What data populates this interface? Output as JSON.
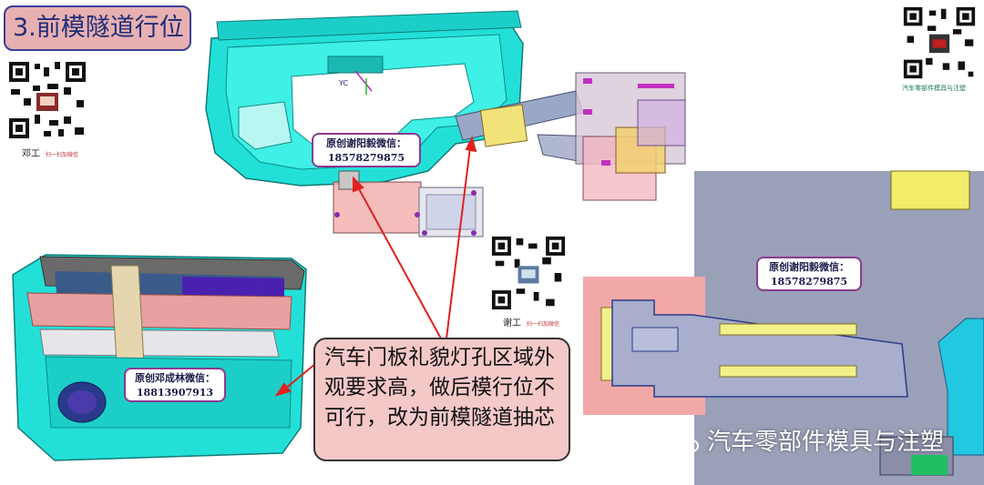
{
  "title": "3.前模隧道行位",
  "qr_top_left": {
    "caption": "邓工",
    "subcaption": "扫一扫加微信"
  },
  "qr_middle": {
    "caption": "谢工",
    "subcaption": "扫一扫加微信"
  },
  "qr_top_right": {
    "caption": "汽车零部件模具与注塑"
  },
  "wechat_labels": [
    {
      "line1": "原创谢阳毅微信：",
      "line2": "18578279875"
    },
    {
      "line1": "原创邓成林微信：",
      "line2": "18813907913"
    },
    {
      "line1": "原创谢阳毅微信：",
      "line2": "18578279875"
    }
  ],
  "axis_label": "YC",
  "callout_text": "汽车门板礼貌灯孔区域外观要求高，做后模行位不可行，改为前模隧道抽芯",
  "watermark": "汽车零部件模具与注塑",
  "colors": {
    "title_bg": "#e8b0b0",
    "title_border": "#3b3f9a",
    "title_text": "#1f2d7a",
    "part_cyan": "#22e0d8",
    "mold_gray": "#9aa0b8",
    "slider_pink": "#f3a8a8",
    "insert_yellow": "#f2f08a",
    "arrow_red": "#e02020"
  },
  "icons": [
    "qr-code-icon",
    "wechat-icon"
  ]
}
